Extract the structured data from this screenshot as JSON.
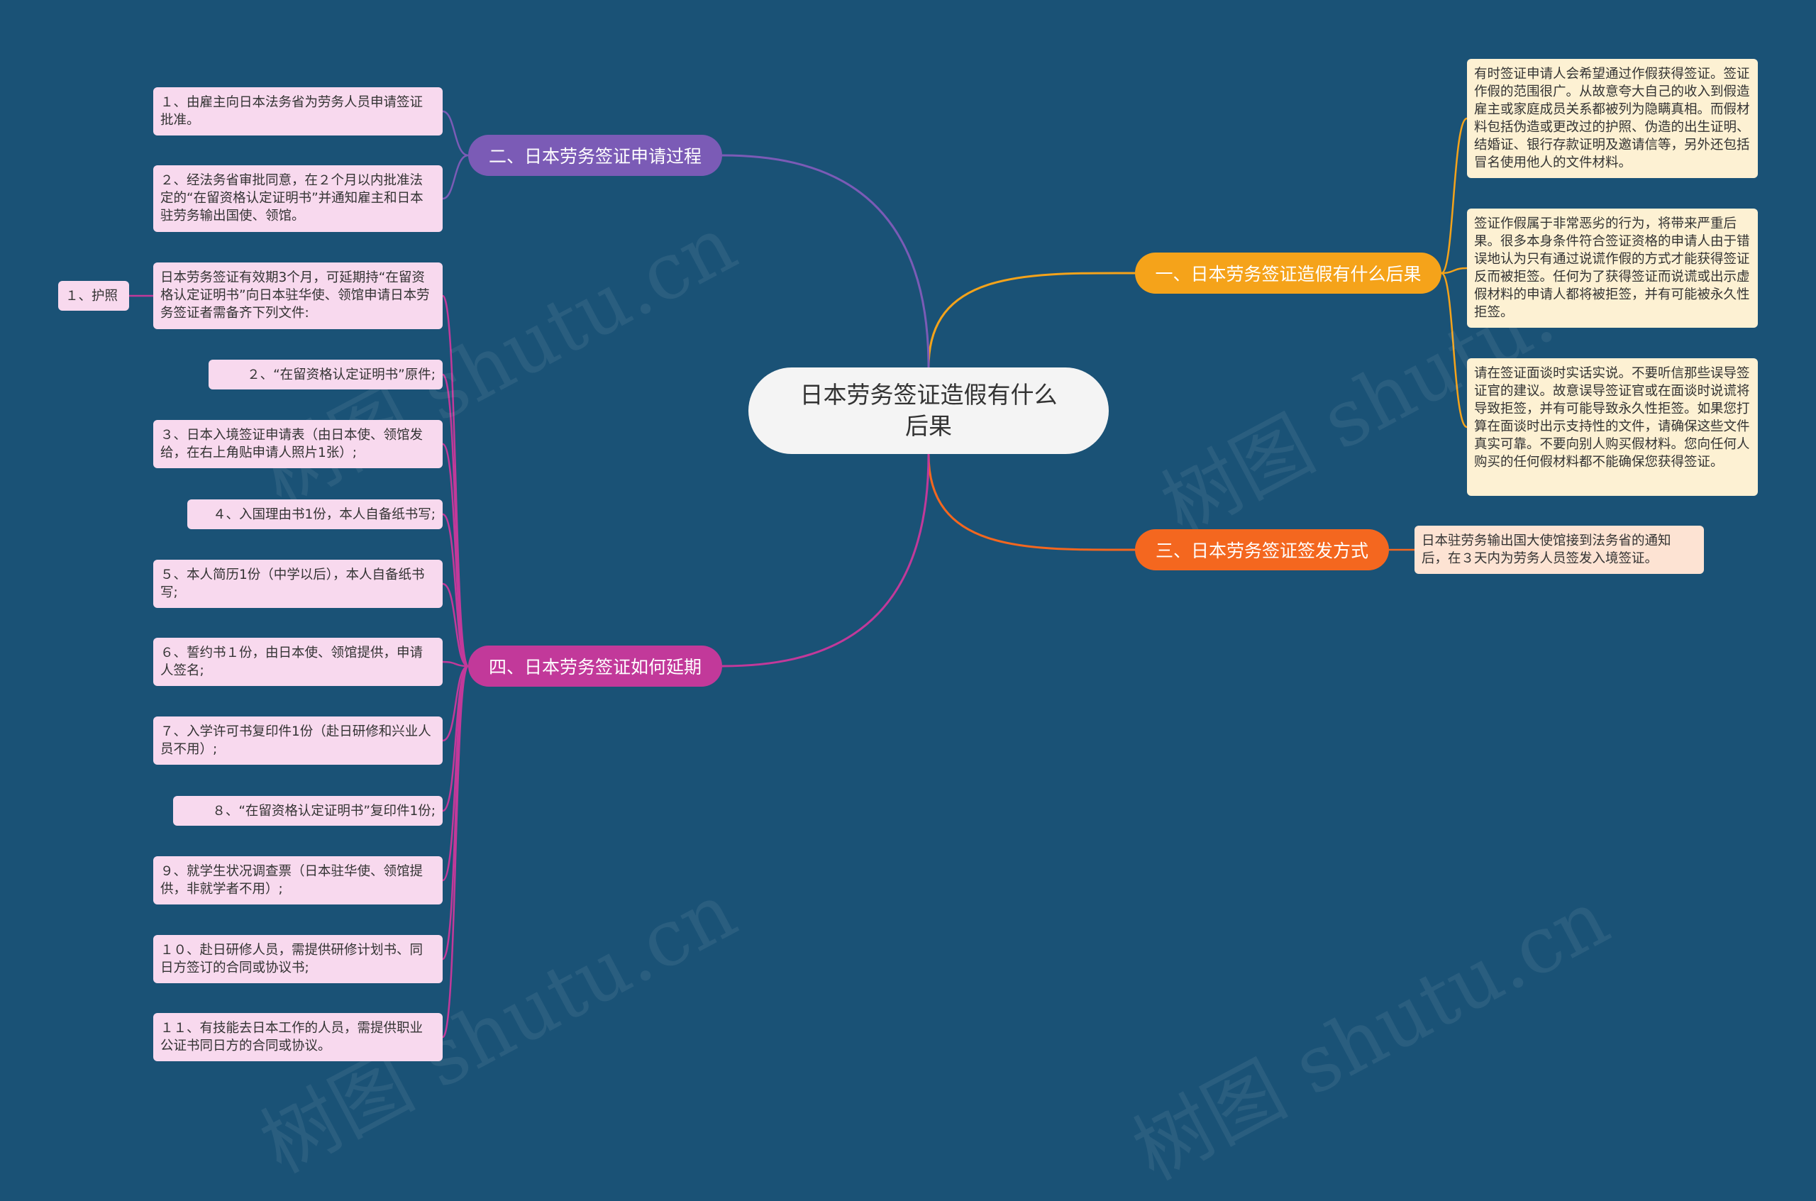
{
  "root": {
    "title": "日本劳务签证造假有什么后果"
  },
  "branches": [
    {
      "label": "一、日本劳务签证造假有什么后果",
      "color": "#f5a31a",
      "children": [
        "有时签证申请人会希望通过作假获得签证。签证作假的范围很广。从故意夸大自己的收入到假造雇主或家庭成员关系都被列为隐瞒真相。而假材料包括伪造或更改过的护照、伪造的出生证明、结婚证、银行存款证明及邀请信等，另外还包括冒名使用他人的文件材料。",
        "签证作假属于非常恶劣的行为，将带来严重后果。很多本身条件符合签证资格的申请人由于错误地认为只有通过说谎作假的方式才能获得签证反而被拒签。任何为了获得签证而说谎或出示虚假材料的申请人都将被拒签，并有可能被永久性拒签。",
        "请在签证面谈时实话实说。不要听信那些误导签证官的建议。故意误导签证官或在面谈时说谎将导致拒签，并有可能导致永久性拒签。如果您打算在面谈时出示支持性的文件，请确保这些文件真实可靠。不要向别人购买假材料。您向任何人购买的任何假材料都不能确保您获得签证。"
      ]
    },
    {
      "label": "二、日本劳务签证申请过程",
      "color": "#7b5bb6",
      "children": [
        "１、由雇主向日本法务省为劳务人员申请签证批准。",
        "２、经法务省审批同意，在２个月以内批准法定的“在留资格认定证明书”并通知雇主和日本驻劳务输出国使、领馆。"
      ]
    },
    {
      "label": "三、日本劳务签证签发方式",
      "color": "#f4671f",
      "children": [
        "日本驻劳务输出国大使馆接到法务省的通知后，在３天内为劳务人员签发入境签证。"
      ]
    },
    {
      "label": "四、日本劳务签证如何延期",
      "color": "#c2399a",
      "children": [
        "日本劳务签证有效期3个月，可延期持“在留资格认定证明书”向日本驻华使、领馆申请日本劳务签证者需备齐下列文件:",
        "２、“在留资格认定证明书”原件;",
        "３、日本入境签证申请表（由日本使、领馆发给，在右上角贴申请人照片1张）;",
        "４、入国理由书1份，本人自备纸书写;",
        "５、本人简历1份（中学以后），本人自备纸书写;",
        "６、誓约书１份，由日本使、领馆提供，申请人签名;",
        "７、入学许可书复印件1份（赴日研修和兴业人员不用）;",
        "８、“在留资格认定证明书”复印件1份;",
        "９、就学生状况调查票（日本驻华使、领馆提供，非就学者不用）;",
        "１０、赴日研修人员，需提供研修计划书、同日方签订的合同或协议书;",
        "１１、有技能去日本工作的人员，需提供职业公证书同日方的合同或协议。"
      ],
      "sub_children": [
        "１、护照"
      ]
    }
  ],
  "watermark": "树图 shutu.cn"
}
